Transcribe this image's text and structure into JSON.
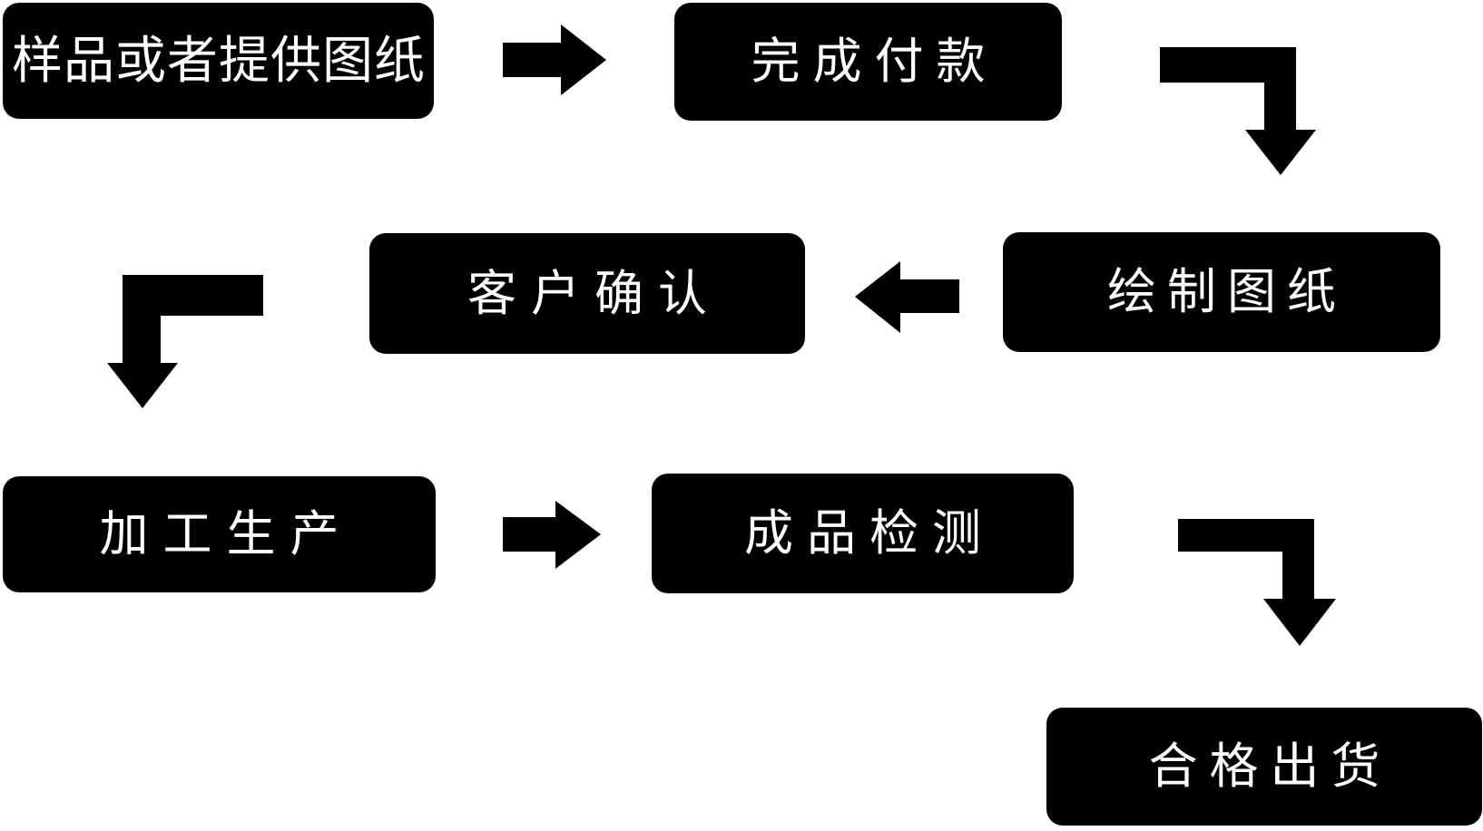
{
  "colors": {
    "background": "#ffffff",
    "node_bg": "#000000",
    "node_text": "#ffffff",
    "arrow": "#000000"
  },
  "diagram": {
    "type": "flowchart",
    "nodes": [
      {
        "id": "sample-or-provide-drawings",
        "label": "样品或者提供图纸"
      },
      {
        "id": "complete-payment",
        "label": "完成付款"
      },
      {
        "id": "draw-drawings",
        "label": "绘制图纸"
      },
      {
        "id": "customer-confirmation",
        "label": "客户确认"
      },
      {
        "id": "processing-production",
        "label": "加工生产"
      },
      {
        "id": "finished-product-inspection",
        "label": "成品检测"
      },
      {
        "id": "qualified-shipment",
        "label": "合格出货"
      }
    ],
    "flow": [
      {
        "from": "样品或者提供图纸",
        "to": "完成付款",
        "arrow": "right-arrow-icon"
      },
      {
        "from": "完成付款",
        "to": "绘制图纸",
        "arrow": "elbow-down-right-arrow-icon"
      },
      {
        "from": "绘制图纸",
        "to": "客户确认",
        "arrow": "left-arrow-icon"
      },
      {
        "from": "客户确认",
        "to": "加工生产",
        "arrow": "elbow-down-left-arrow-icon"
      },
      {
        "from": "加工生产",
        "to": "成品检测",
        "arrow": "right-arrow-icon"
      },
      {
        "from": "成品检测",
        "to": "合格出货",
        "arrow": "elbow-down-right-arrow-icon"
      }
    ]
  }
}
